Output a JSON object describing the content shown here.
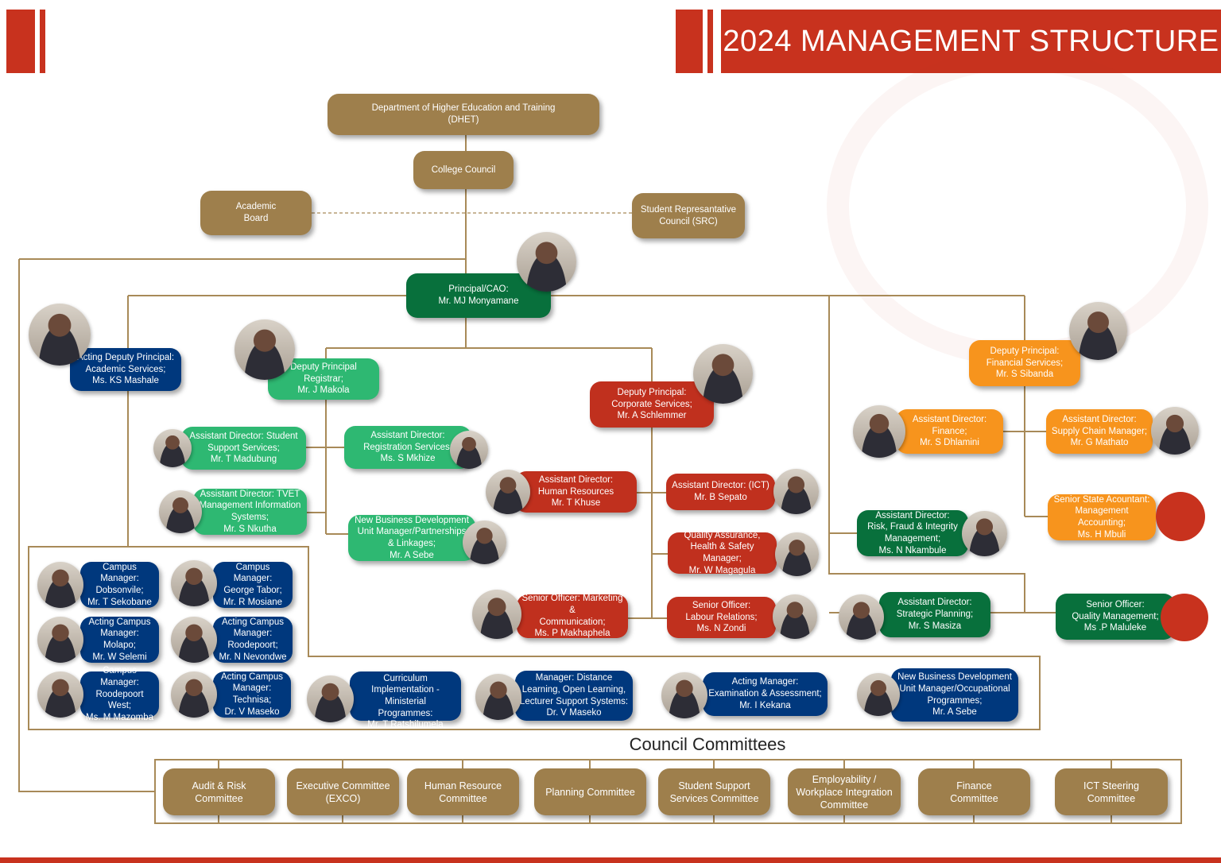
{
  "header": {
    "title": "2024 MANAGEMENT STRUCTURE"
  },
  "colors": {
    "gold": "#9e7f4c",
    "red": "#c0301e",
    "green": "#2eb872",
    "darkgreen": "#08703c",
    "orange": "#f7941d",
    "navy": "#00387d",
    "line": "#a88a58"
  },
  "nodes": [
    {
      "text": "Department of Higher Education and Training\n(DHET)",
      "color": "gold"
    },
    {
      "text": "College Council",
      "color": "gold"
    },
    {
      "text": "Academic\nBoard",
      "color": "gold"
    },
    {
      "text": "Student Represantative\nCouncil (SRC)",
      "color": "gold"
    },
    {
      "text": "Principal/CAO:\nMr. MJ Monyamane",
      "color": "darkgreen"
    },
    {
      "text": "Acting Deputy Principal:\nAcademic Services;\nMs. KS Mashale",
      "color": "navy"
    },
    {
      "text": "Deputy Principal\nRegistrar;\nMr. J Makola",
      "color": "green"
    },
    {
      "text": "Deputy Principal:\nCorporate Services;\nMr. A Schlemmer",
      "color": "red"
    },
    {
      "text": "Deputy Principal:\nFinancial Services;\nMr. S Sibanda",
      "color": "orange"
    },
    {
      "text": "Assistant Director: Student\nSupport Services;\nMr. T Madubung",
      "color": "green"
    },
    {
      "text": "Assistant Director:\nRegistration Services;\nMs. S Mkhize",
      "color": "green"
    },
    {
      "text": "Assistant Director:  TVET\nManagement Information\nSystems;\nMr. S Nkutha",
      "color": "green"
    },
    {
      "text": "New Business Development\nUnit Manager/Partnerships\n& Linkages;\nMr. A Sebe",
      "color": "green"
    },
    {
      "text": "Assistant Director:\nHuman Resources\nMr. T Khuse",
      "color": "red"
    },
    {
      "text": "Assistant Director: (ICT)\nMr. B Sepato",
      "color": "red"
    },
    {
      "text": "Quality Assurance,\nHealth & Safety Manager;\nMr. W Magagula",
      "color": "red"
    },
    {
      "text": "Senior Officer: Marketing &\nCommunication;\nMs. P Makhaphela",
      "color": "red"
    },
    {
      "text": "Senior Officer:\nLabour Relations;\nMs. N Zondi",
      "color": "red"
    },
    {
      "text": "Assistant Director:\nFinance;\nMr. S Dhlamini",
      "color": "orange"
    },
    {
      "text": "Assistant Director:\nSupply Chain Manager;\nMr.  G Mathato",
      "color": "orange"
    },
    {
      "text": "Senior State Acountant:\nManagement Accounting;\nMs. H Mbuli",
      "color": "orange"
    },
    {
      "text": "Assistant Director:\nRisk, Fraud & Integrity\nManagement;\nMs. N Nkambule",
      "color": "darkgreen"
    },
    {
      "text": "Assistant Director:\nStrategic Planning;\nMr. S Masiza",
      "color": "darkgreen"
    },
    {
      "text": "Senior Officer:\nQuality Management;\nMs .P Maluleke",
      "color": "darkgreen"
    },
    {
      "text": "Campus Manager:\nDobsonvile;\nMr. T Sekobane",
      "color": "navy"
    },
    {
      "text": "Campus Manager:\nGeorge Tabor;\nMr. R Mosiane",
      "color": "navy"
    },
    {
      "text": "Acting Campus\nManager: Molapo;\nMr. W Selemi",
      "color": "navy"
    },
    {
      "text": "Acting Campus\nManager:\nRoodepoort;\nMr. N Nevondwe",
      "color": "navy"
    },
    {
      "text": "Campus Manager:\nRoodepoort West;\nMs. M Mazomba",
      "color": "navy"
    },
    {
      "text": "Acting Campus\nManager: Technisa;\nDr. V Maseko",
      "color": "navy"
    },
    {
      "text": "Assistant Director: Curriculum\nImplementation - Ministerial\nProgrammes:\nMr. T Ratshilumela",
      "color": "navy"
    },
    {
      "text": "Manager: Distance\nLearning, Open Learning,\nLecturer Support Systems:\nDr. V Maseko",
      "color": "navy"
    },
    {
      "text": "Acting Manager:\nExamination & Assessment;\nMr. I Kekana",
      "color": "navy"
    },
    {
      "text": "New Business Development\nUnit Manager/Occupational\nProgrammes;\nMr. A Sebe",
      "color": "navy"
    }
  ],
  "council_committees": {
    "title": "Council Committees",
    "items": [
      "Audit & Risk\nCommittee",
      "Executive  Committee\n(EXCO)",
      "Human Resource\nCommittee",
      "Planning Committee",
      "Student Support\nServices Committee",
      "Employability /\nWorkplace Integration\nCommittee",
      "Finance\nCommittee",
      "ICT Steering\nCommittee"
    ]
  }
}
